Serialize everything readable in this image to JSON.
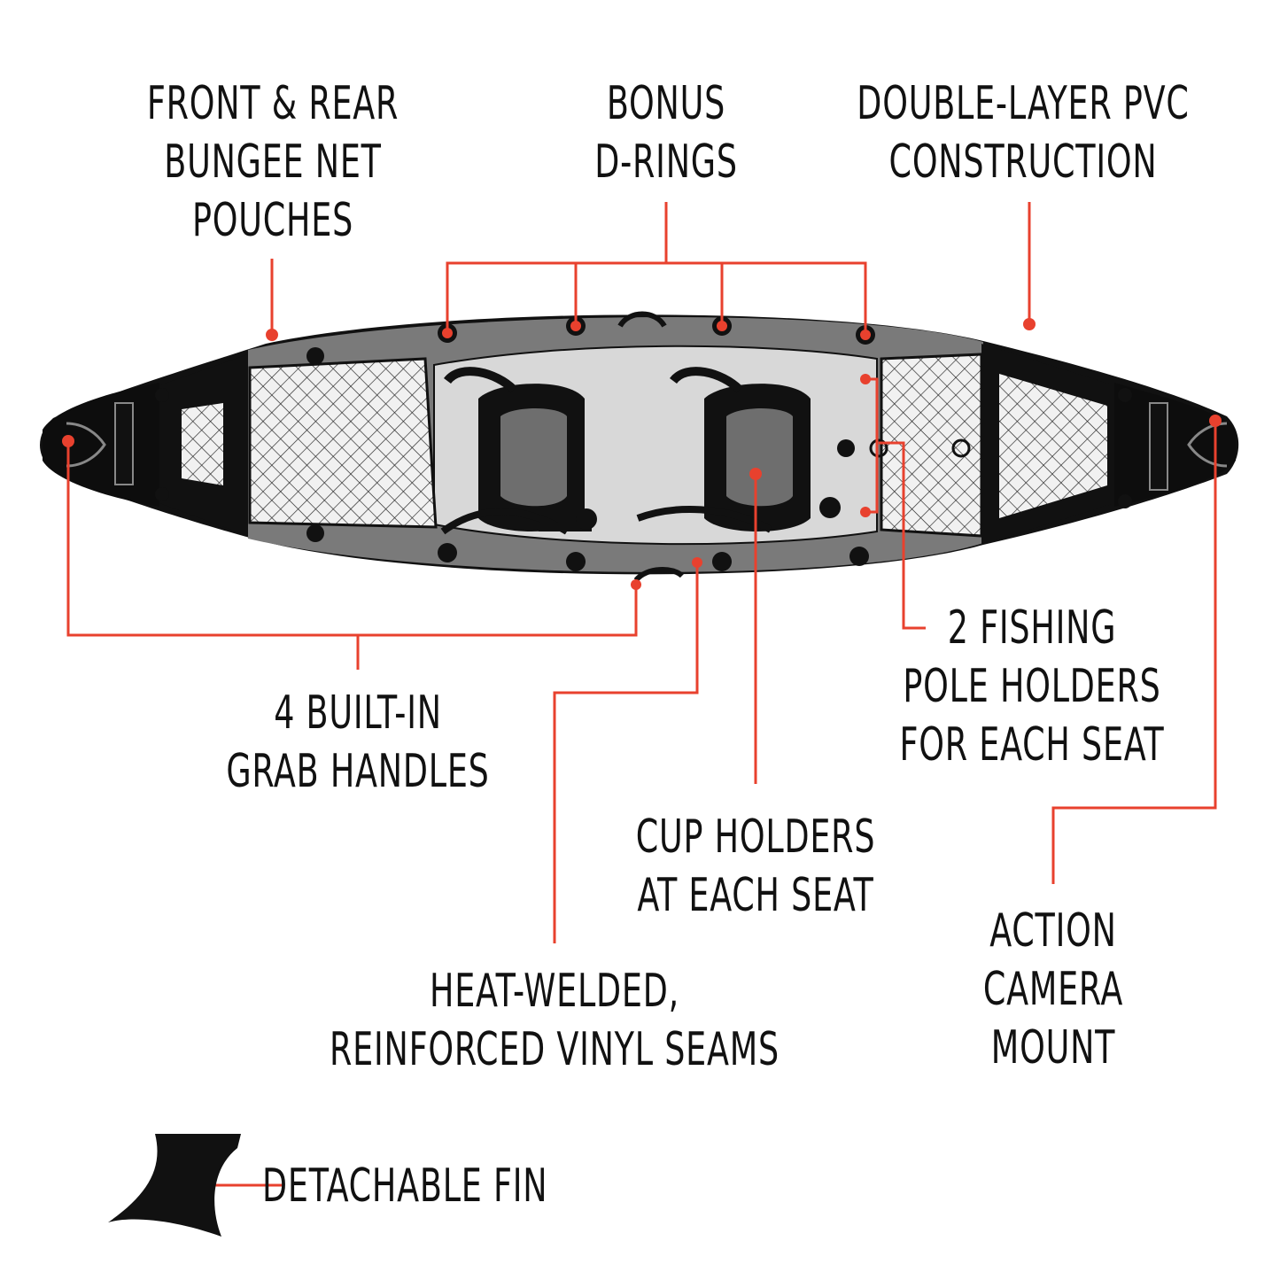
{
  "colors": {
    "accent": "#e8412e",
    "hull_outer": "#7d7d7d",
    "hull_inner": "#d6d6d6",
    "dark": "#111111",
    "seat_fill": "#707070",
    "net_fill": "#e9e9e9"
  },
  "callouts": {
    "bungee": [
      "FRONT & REAR",
      "BUNGEE NET",
      "POUCHES"
    ],
    "drings": [
      "BONUS",
      "D-RINGS"
    ],
    "pvc": [
      "DOUBLE-LAYER PVC",
      "CONSTRUCTION"
    ],
    "handles": [
      "4 BUILT-IN",
      "GRAB HANDLES"
    ],
    "fishing": [
      "2 FISHING",
      "POLE HOLDERS",
      "FOR EACH SEAT"
    ],
    "cup": [
      "CUP HOLDERS",
      "AT EACH SEAT"
    ],
    "seams": [
      "HEAT-WELDED,",
      "REINFORCED VINYL SEAMS"
    ],
    "camera": [
      "ACTION",
      "CAMERA",
      "MOUNT"
    ],
    "fin": [
      "DETACHABLE FIN"
    ]
  },
  "icons": {
    "fin": "detachable-fin-icon",
    "kayak": "kayak-illustration"
  }
}
